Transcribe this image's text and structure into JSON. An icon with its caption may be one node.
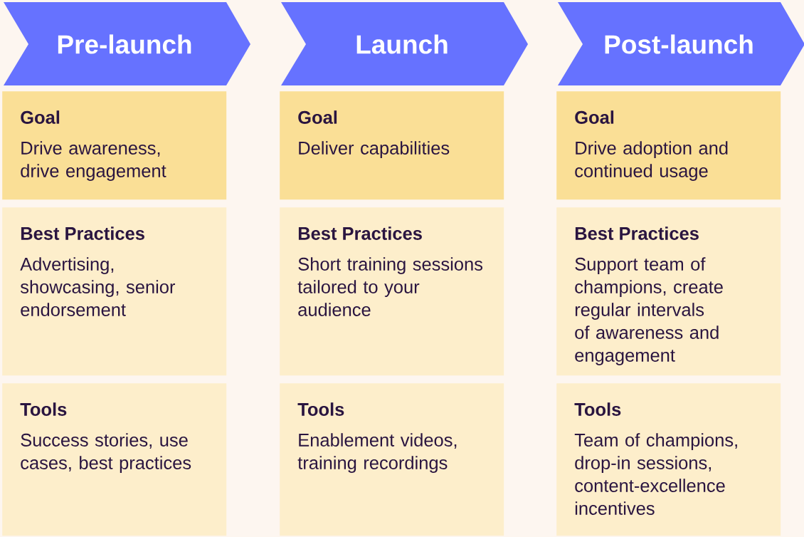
{
  "diagram": {
    "nodes": [
      {
        "text": [
          "Pre-launch"
        ]
      },
      {
        "text": [
          "Goal",
          "Drive awareness, drive engagement"
        ]
      },
      {
        "text": [
          "Best Practices",
          "Advertising, showcasing, senior endorsement"
        ]
      },
      {
        "text": [
          "Tools",
          "Success stories, use cases, best practices"
        ]
      },
      {
        "text": [
          "Launch"
        ]
      },
      {
        "text": [
          "Goal",
          "Deliver capabilities"
        ]
      },
      {
        "text": [
          "Best Practices",
          "Short training sessions tailored to your audience"
        ]
      },
      {
        "text": [
          "Tools",
          "Enablement videos, training recordings"
        ]
      },
      {
        "text": [
          "Post-launch"
        ]
      },
      {
        "text": [
          "Goal",
          "Drive adoption and continued usage"
        ]
      },
      {
        "text": [
          "Best Practices",
          "Support team of champions, create regular intervals of awareness and engagement"
        ]
      },
      {
        "text": [
          "Tools",
          "Team of champions, drop-in sessions, content-excellence incentives"
        ]
      }
    ]
  }
}
